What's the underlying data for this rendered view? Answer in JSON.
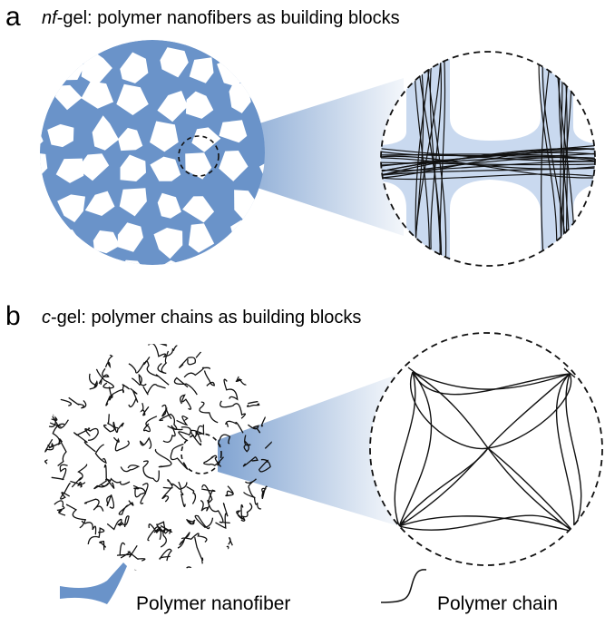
{
  "panel_a": {
    "letter": "a",
    "title_italic": "nf",
    "title_rest": "-gel: polymer nanofibers as building blocks"
  },
  "panel_b": {
    "letter": "b",
    "title_italic": "c",
    "title_rest": "-gel: polymer chains as building blocks"
  },
  "legend": {
    "nanofiber_label": "Polymer nanofiber",
    "chain_label": "Polymer chain"
  },
  "colors": {
    "fiber": "#6a93c9",
    "fiber_light": "#c9d9ef",
    "chain": "#111111"
  }
}
